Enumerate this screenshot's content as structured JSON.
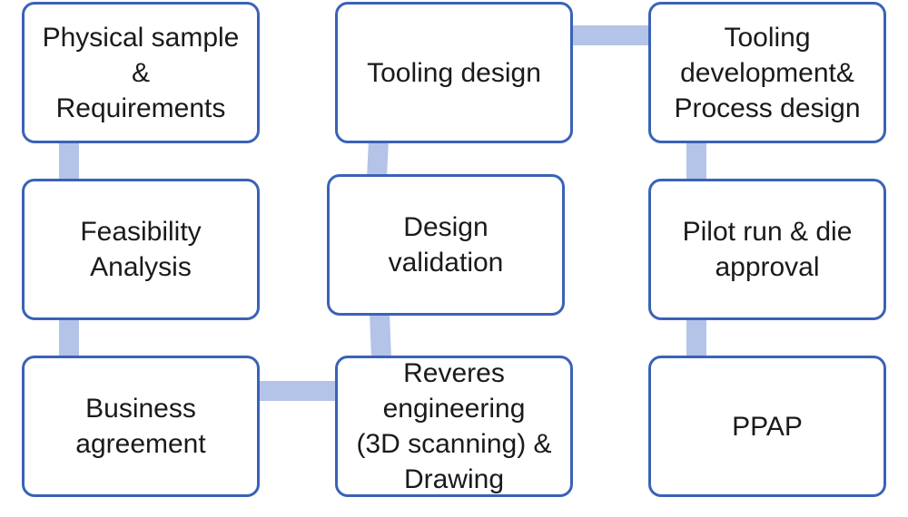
{
  "steps": {
    "physical_sample": "Physical sample\n&\nRequirements",
    "feasibility": "Feasibility\nAnalysis",
    "business": "Business\nagreement",
    "reverse_engineering": "Reveres\nengineering\n(3D scanning) &\nDrawing",
    "design_validation": "Design\nvalidation",
    "tooling_design": "Tooling design",
    "tooling_development": "Tooling\ndevelopment&\nProcess design",
    "pilot_run": "Pilot run & die\napproval",
    "ppap": "PPAP"
  },
  "colors": {
    "box_border": "#3a62b7",
    "connector": "#b4c3e8",
    "text": "#1a1a1a"
  }
}
